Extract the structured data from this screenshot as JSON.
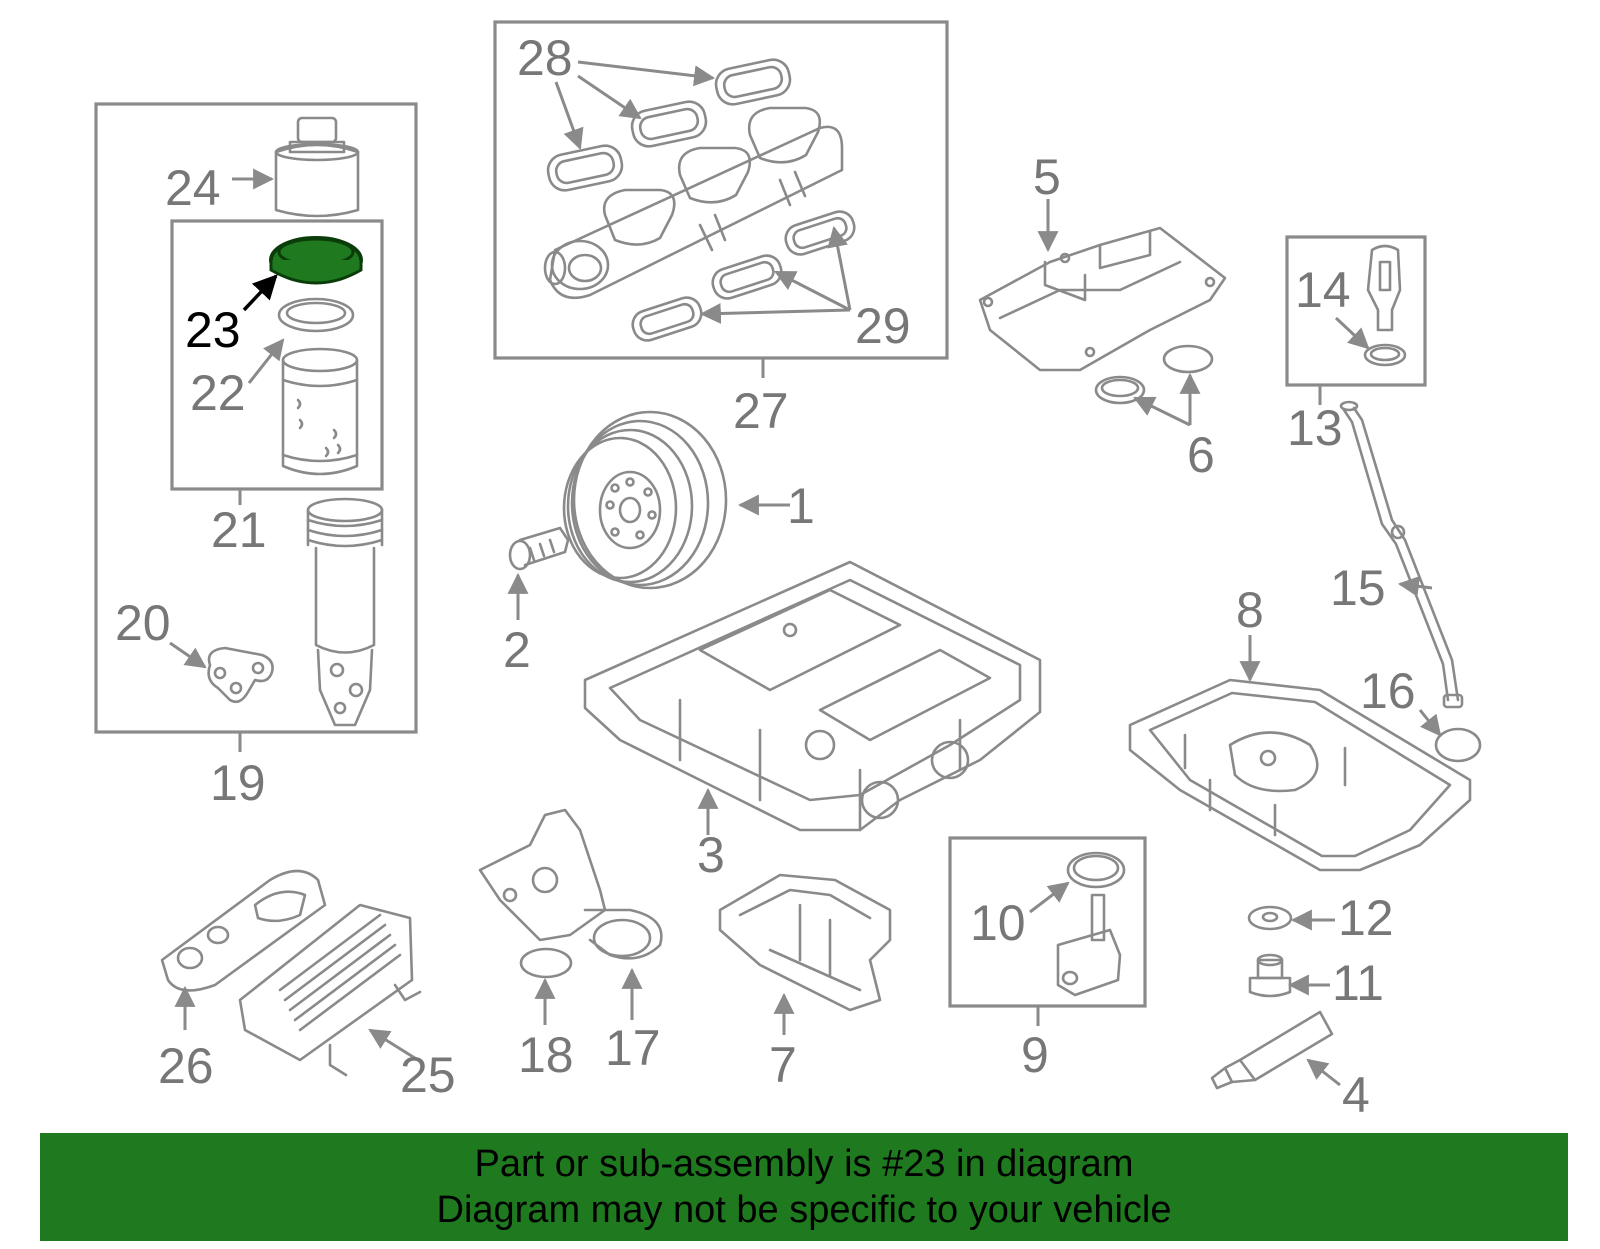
{
  "diagram": {
    "highlight_part": "23",
    "highlight_color": "#1f7a1f",
    "callouts": [
      "1",
      "2",
      "3",
      "4",
      "5",
      "6",
      "7",
      "8",
      "9",
      "10",
      "11",
      "12",
      "13",
      "14",
      "15",
      "16",
      "17",
      "18",
      "19",
      "20",
      "21",
      "22",
      "23",
      "24",
      "25",
      "26",
      "27",
      "28",
      "29"
    ]
  },
  "banner": {
    "line1": "Part or sub-assembly is #23 in diagram",
    "line2": "Diagram may not be specific to your vehicle",
    "background": "#1f7a1f"
  }
}
